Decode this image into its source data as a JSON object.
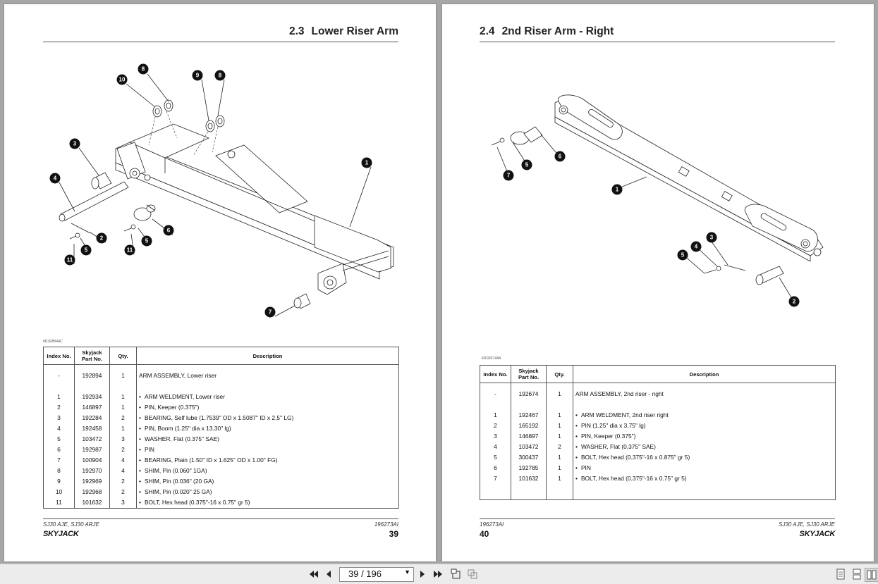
{
  "left_page": {
    "section_number": "2.3",
    "section_title": "Lower Riser Arm",
    "figure_code": "M192894AC",
    "callouts": [
      "8",
      "10",
      "9",
      "8",
      "3",
      "4",
      "1",
      "2",
      "5",
      "11",
      "11",
      "5",
      "6",
      "7"
    ],
    "table": {
      "headers": [
        "Index No.",
        "Skyjack Part No.",
        "Qty.",
        "Description"
      ],
      "assembly": {
        "index": "-",
        "part": "192894",
        "qty": "1",
        "desc": "ARM ASSEMBLY, Lower riser"
      },
      "rows": [
        {
          "index": "1",
          "part": "192934",
          "qty": "1",
          "desc": "ARM WELDMENT, Lower riser"
        },
        {
          "index": "2",
          "part": "146897",
          "qty": "1",
          "desc": "PIN, Keeper (0.375\")"
        },
        {
          "index": "3",
          "part": "192284",
          "qty": "2",
          "desc": "BEARING, Self lube (1.7539\" OD x 1.5087\" ID x 2,5\" LG)"
        },
        {
          "index": "4",
          "part": "192458",
          "qty": "1",
          "desc": "PIN, Boom (1.25\" dia x 13.30\" lg)"
        },
        {
          "index": "5",
          "part": "103472",
          "qty": "3",
          "desc": "WASHER, Flat (0.375\" SAE)"
        },
        {
          "index": "6",
          "part": "192987",
          "qty": "2",
          "desc": "PIN"
        },
        {
          "index": "7",
          "part": "100904",
          "qty": "4",
          "desc": "BEARING, Plain (1.50\" ID x 1.625\" OD x 1.00\" FG)"
        },
        {
          "index": "8",
          "part": "192970",
          "qty": "4",
          "desc": "SHIM, Pin (0.060\" 1GA)"
        },
        {
          "index": "9",
          "part": "192969",
          "qty": "2",
          "desc": "SHIM, Pin (0.036\" (20 GA)"
        },
        {
          "index": "10",
          "part": "192968",
          "qty": "2",
          "desc": "SHIM, Pin (0.020\" 25 GA)"
        },
        {
          "index": "11",
          "part": "101632",
          "qty": "3",
          "desc": "BOLT, Hex head (0.375\"-16 x 0.75\" gr 5)"
        }
      ]
    },
    "footer_model": "SJ30 AJE, SJ30 ARJE",
    "footer_doc": "196273AI",
    "page_number": "39",
    "logo": "SKYJACK"
  },
  "right_page": {
    "section_number": "2.4",
    "section_title": "2nd Riser Arm - Right",
    "figure_code": "M192674AA",
    "callouts": [
      "6",
      "5",
      "7",
      "1",
      "3",
      "4",
      "5",
      "2"
    ],
    "table": {
      "headers": [
        "Index No.",
        "Skyjack Part No.",
        "Qty.",
        "Description"
      ],
      "assembly": {
        "index": "-",
        "part": "192674",
        "qty": "1",
        "desc": "ARM ASSEMBLY, 2nd riser - right"
      },
      "rows": [
        {
          "index": "1",
          "part": "192467",
          "qty": "1",
          "desc": "ARM WELDMENT, 2nd riser right"
        },
        {
          "index": "2",
          "part": "165192",
          "qty": "1",
          "desc": "PIN (1.25\" dia x 3.75\" lg)"
        },
        {
          "index": "3",
          "part": "146897",
          "qty": "1",
          "desc": "PIN, Keeper (0.375\")"
        },
        {
          "index": "4",
          "part": "103472",
          "qty": "2",
          "desc": "WASHER, Flat (0.375\" SAE)"
        },
        {
          "index": "5",
          "part": "300437",
          "qty": "1",
          "desc": "BOLT, Hex head (0.375\"-16 x 0.875\" gr 5)"
        },
        {
          "index": "6",
          "part": "192785",
          "qty": "1",
          "desc": "PIN"
        },
        {
          "index": "7",
          "part": "101632",
          "qty": "1",
          "desc": "BOLT, Hex head (0.375\"-16 x 0.75\" gr 5)"
        }
      ]
    },
    "footer_model": "SJ30 AJE, SJ30 ARJE",
    "footer_doc": "196273AI",
    "page_number": "40",
    "logo": "SKYJACK"
  },
  "toolbar": {
    "page_indicator": "39 / 196",
    "icons": [
      "first-page-icon",
      "prev-page-icon",
      "next-page-icon",
      "last-page-icon",
      "rotate-icon",
      "fit-icon",
      "single-page-icon",
      "continuous-icon",
      "two-page-icon"
    ]
  }
}
